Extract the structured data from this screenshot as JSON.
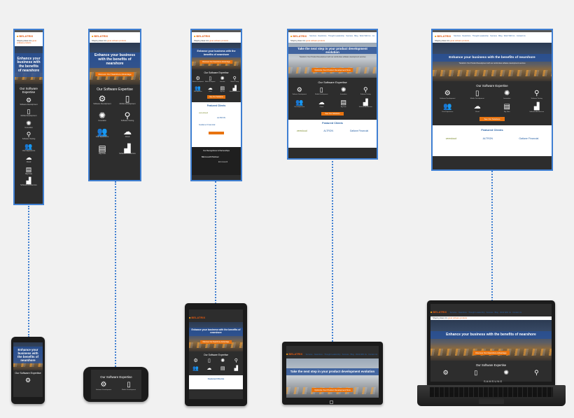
{
  "site": {
    "logo": "BELATRIX",
    "nav": "Services · Nearshore · Thought Leadership · Success · Blog · Work With Us · Contact Us",
    "tagline_prefix": "Shaping ideas into",
    "tagline_accent": "great software products",
    "hero_nearshore": "Enhance your business with the benefits of nearshore",
    "hero_product": "Take the next step in your product development evolution",
    "hero_sub": "Transform Your Product Development with our world-class software development services",
    "cta_nearshore": "Discover Our Nearshore Advantage",
    "cta_product": "Optimize Your Product Development Now",
    "expertise_title": "Our Software Expertise",
    "expertise_items": [
      "Software Development",
      "Mobile Development",
      "Innovation",
      "Software Testing",
      "User Experience",
      "Cloud",
      "Big Data",
      "Software Architecture"
    ],
    "expertise_button": "See Our Solutions",
    "clients_title": "Featured Clients",
    "clients": [
      "verecloud",
      "ALTRON",
      "Gatlane Financial"
    ],
    "partners_title": "Our Recognitions & Partnerships",
    "partners": [
      "Microsoft Partner",
      "EC-Council"
    ]
  },
  "devices": {
    "laptop_brand": "SAMSUNG"
  },
  "colors": {
    "frame_blue": "#3f7fd2",
    "accent_orange": "#e8730f",
    "dark_bg": "#2d2d2d",
    "link_blue": "#2a63a6"
  },
  "icons": {
    "expertise": [
      "gear-icon",
      "phone-icon",
      "bulb-icon",
      "magnifier-icon",
      "users-icon",
      "cloud-icon",
      "data-icon",
      "chart-icon"
    ]
  }
}
